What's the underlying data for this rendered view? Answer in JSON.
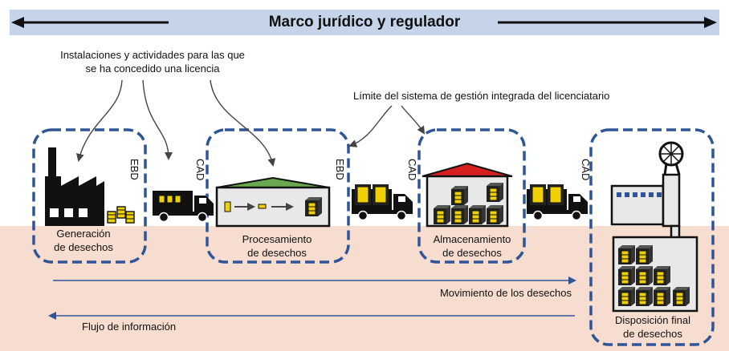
{
  "header": {
    "title": "Marco jurídico y regulador"
  },
  "annotations": {
    "licensed_facilities": [
      "Instalaciones y actividades para las que",
      "se ha concedido una licencia"
    ],
    "system_boundary": "Límite del sistema de gestión integrada del licenciatario"
  },
  "stages": {
    "generation": [
      "Generación",
      "de desechos"
    ],
    "processing": [
      "Procesamiento",
      "de desechos"
    ],
    "storage": [
      "Almacenamiento",
      "de desechos"
    ],
    "disposal": [
      "Disposición final",
      "de desechos"
    ]
  },
  "labels": {
    "ebd": "EBD",
    "cad": "CAD"
  },
  "flows": {
    "waste_movement": "Movimiento de los desechos",
    "information_flow": "Flujo de información"
  },
  "colors": {
    "banner": "#c6d4ea",
    "boundary": "#2f5597",
    "ground": "#f6ddd0",
    "flow_arrow": "#2f5597",
    "waste_drum": "#f0d000",
    "processing_roof": "#6aa84f",
    "storage_roof": "#d62020"
  }
}
